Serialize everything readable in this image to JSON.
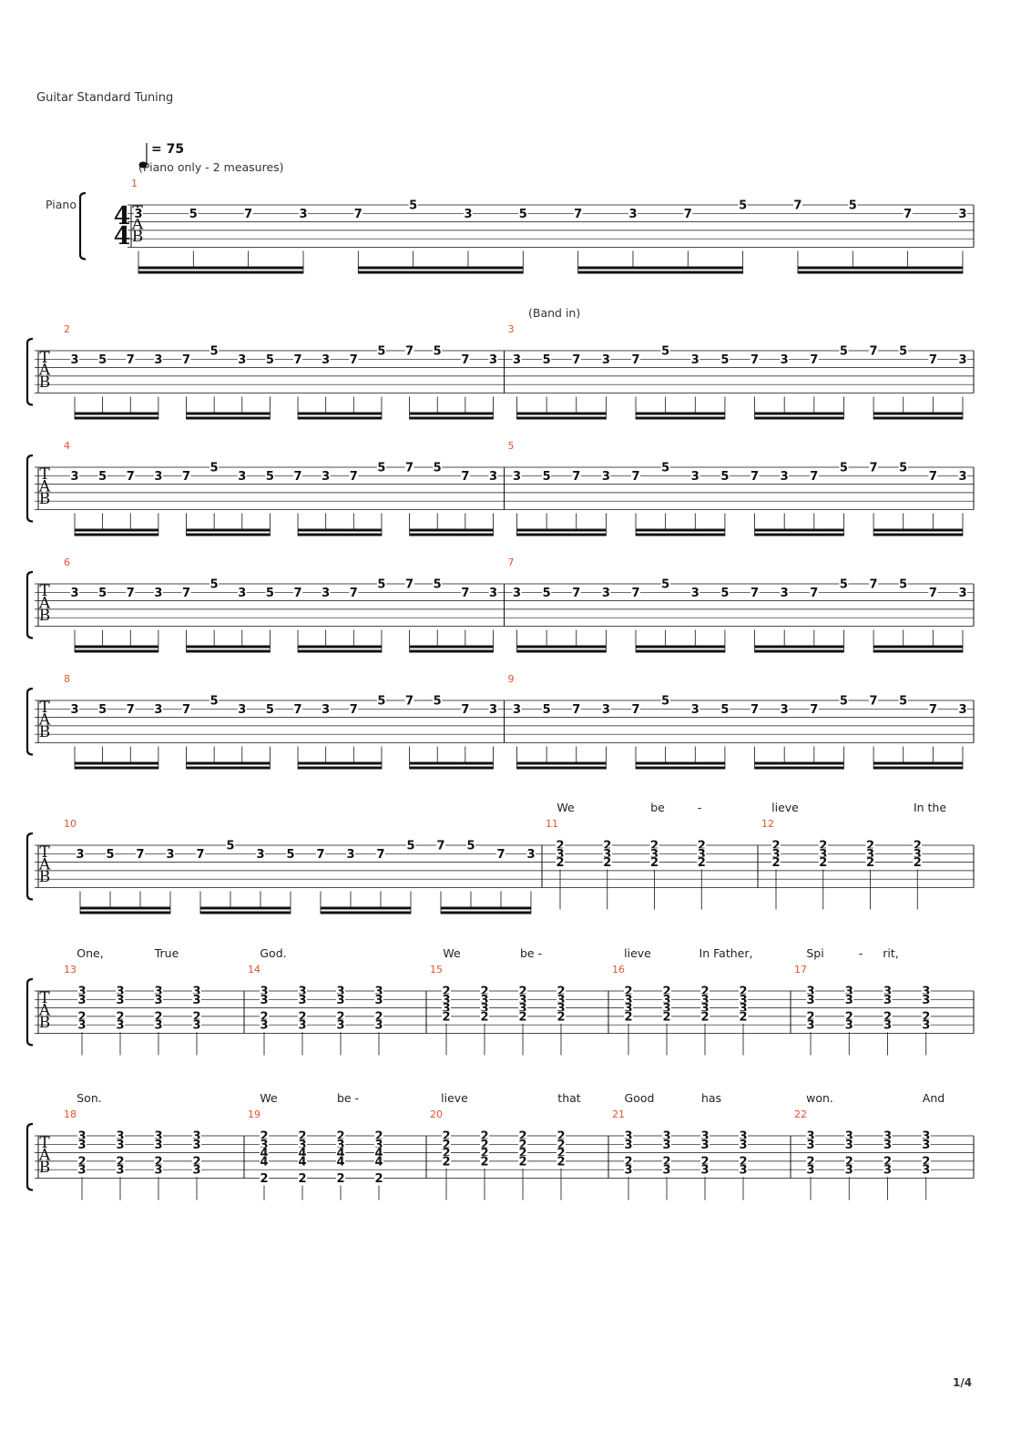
{
  "header": {
    "tuning": "Guitar Standard Tuning",
    "tempo_value": "= 75",
    "intro_note": "(Piano only - 2 measures)",
    "instrument": "Piano",
    "band_note": "(Band in)",
    "page_number": "1/4"
  },
  "tab_clef": [
    "T",
    "A",
    "B"
  ],
  "time_signature": {
    "top": "4",
    "bottom": "4"
  },
  "riff_bar": [
    [
      [
        1,
        "3"
      ]
    ],
    [
      [
        1,
        "5"
      ]
    ],
    [
      [
        1,
        "7"
      ]
    ],
    [
      [
        1,
        "3"
      ]
    ],
    [
      [
        1,
        "7"
      ]
    ],
    [
      [
        0,
        "5"
      ]
    ],
    [
      [
        1,
        "3"
      ]
    ],
    [
      [
        1,
        "5"
      ]
    ],
    [
      [
        1,
        "7"
      ]
    ],
    [
      [
        1,
        "3"
      ]
    ],
    [
      [
        1,
        "7"
      ]
    ],
    [
      [
        0,
        "5"
      ]
    ],
    [
      [
        0,
        "7"
      ]
    ],
    [
      [
        0,
        "5"
      ]
    ],
    [
      [
        1,
        "7"
      ]
    ],
    [
      [
        1,
        "3"
      ]
    ]
  ],
  "chords": {
    "a": [
      [
        0,
        "2"
      ],
      [
        1,
        "3"
      ],
      [
        2,
        "2"
      ]
    ],
    "b": [
      [
        0,
        "3"
      ],
      [
        1,
        "3"
      ],
      [
        3,
        "2"
      ],
      [
        4,
        "3"
      ]
    ],
    "c": [
      [
        0,
        "2"
      ],
      [
        1,
        "3"
      ],
      [
        2,
        "3"
      ],
      [
        3,
        "2"
      ]
    ],
    "d": [
      [
        0,
        "2"
      ],
      [
        1,
        "3"
      ],
      [
        2,
        "4"
      ],
      [
        3,
        "4"
      ],
      [
        5,
        "2"
      ]
    ],
    "e": [
      [
        0,
        "2"
      ],
      [
        1,
        "2"
      ],
      [
        2,
        "2"
      ],
      [
        3,
        "2"
      ]
    ]
  },
  "systems": [
    {
      "bars": [
        {
          "number": "1",
          "type": "riff"
        }
      ],
      "lyrics": []
    },
    {
      "bars": [
        {
          "number": "2",
          "type": "riff"
        },
        {
          "number": "3",
          "type": "riff"
        }
      ],
      "lyrics": []
    },
    {
      "bars": [
        {
          "number": "4",
          "type": "riff"
        },
        {
          "number": "5",
          "type": "riff"
        }
      ],
      "lyrics": []
    },
    {
      "bars": [
        {
          "number": "6",
          "type": "riff"
        },
        {
          "number": "7",
          "type": "riff"
        }
      ],
      "lyrics": []
    },
    {
      "bars": [
        {
          "number": "8",
          "type": "riff"
        },
        {
          "number": "9",
          "type": "riff"
        }
      ],
      "lyrics": []
    },
    {
      "bars": [
        {
          "number": "10",
          "type": "riff"
        },
        {
          "number": "11",
          "type": "chord",
          "chord": "a"
        },
        {
          "number": "12",
          "type": "chord",
          "chord": "a"
        }
      ],
      "lyrics": [
        "We",
        "be",
        "-",
        "lieve",
        "In the"
      ]
    },
    {
      "bars": [
        {
          "number": "13",
          "type": "chord",
          "chord": "b"
        },
        {
          "number": "14",
          "type": "chord",
          "chord": "b"
        },
        {
          "number": "15",
          "type": "chord",
          "chord": "c"
        },
        {
          "number": "16",
          "type": "chord",
          "chord": "c"
        },
        {
          "number": "17",
          "type": "chord",
          "chord": "b"
        }
      ],
      "lyrics": [
        "One,",
        "True",
        "God.",
        "We",
        "be -",
        "lieve",
        "In Father,",
        "Spi",
        "-",
        "rit,"
      ]
    },
    {
      "bars": [
        {
          "number": "18",
          "type": "chord",
          "chord": "b"
        },
        {
          "number": "19",
          "type": "chord",
          "chord": "d"
        },
        {
          "number": "20",
          "type": "chord",
          "chord": "e"
        },
        {
          "number": "21",
          "type": "chord",
          "chord": "b"
        },
        {
          "number": "22",
          "type": "chord",
          "chord": "b"
        }
      ],
      "lyrics": [
        "Son.",
        "We",
        "be -",
        "lieve",
        "that",
        "Good",
        "has",
        "won.",
        "And"
      ]
    }
  ]
}
